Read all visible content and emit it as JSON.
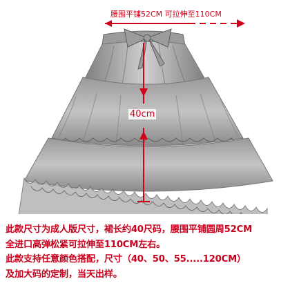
{
  "measurements": {
    "waist_label": "腰围平铺52CM  可拉伸至110CM",
    "length_label": "40cm"
  },
  "description": {
    "lines": [
      "此款尺寸为成人版尺寸，裙长约40尺码，腰围平铺圆周52CM",
      "全进口高弹松紧可拉伸至110CM左右。",
      "此款支持任意颜色搭配，尺寸（40、50、55.....120CM）",
      "及加大码的定制，当天出样。"
    ]
  },
  "colors": {
    "annotation_red": "#d0021b",
    "text_red": "#c8001c",
    "skirt_gray": "#a8a8a8"
  }
}
